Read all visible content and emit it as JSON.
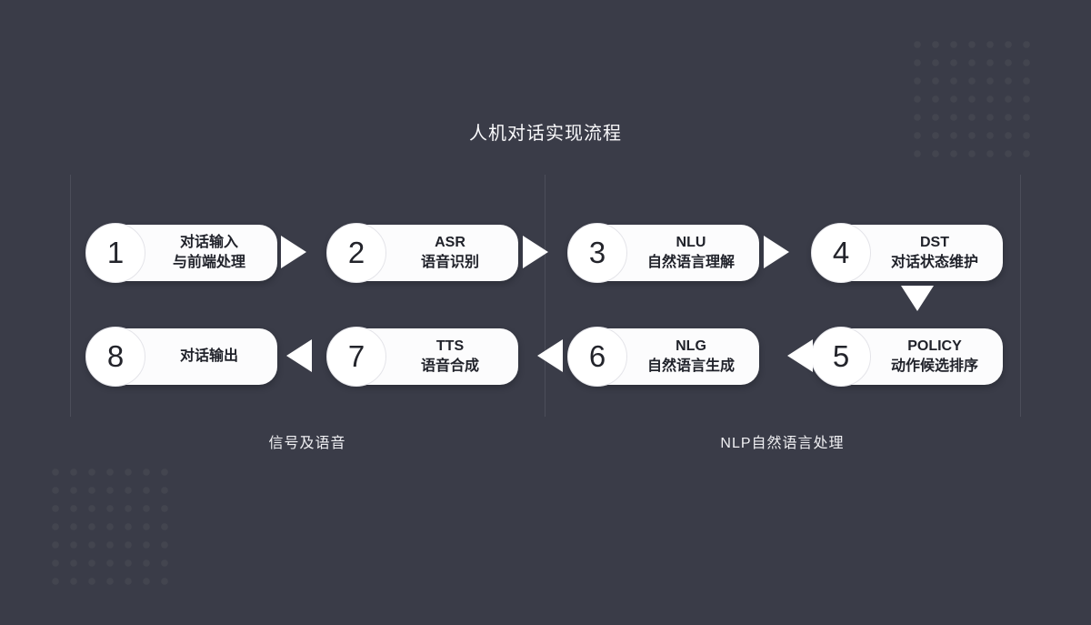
{
  "title": "人机对话实现流程",
  "nodes": [
    {
      "number": "1",
      "line1": "对话输入",
      "line2": "与前端处理"
    },
    {
      "number": "2",
      "line1": "ASR",
      "line2": "语音识别"
    },
    {
      "number": "3",
      "line1": "NLU",
      "line2": "自然语言理解"
    },
    {
      "number": "4",
      "line1": "DST",
      "line2": "对话状态维护"
    },
    {
      "number": "5",
      "line1": "POLICY",
      "line2": "动作候选排序"
    },
    {
      "number": "6",
      "line1": "NLG",
      "line2": "自然语言生成"
    },
    {
      "number": "7",
      "line1": "TTS",
      "line2": "语音合成"
    },
    {
      "number": "8",
      "line1": "对话输出",
      "line2": ""
    }
  ],
  "section_labels": {
    "left": "信号及语音",
    "right": "NLP自然语言处理"
  },
  "icons": {
    "forward_arrow": "right-triangle",
    "backward_arrow": "left-triangle",
    "down_arrow": "down-triangle"
  },
  "colors": {
    "background": "#3A3C48",
    "dot_pattern": "#43454F",
    "node_fill": "#FCFCFD",
    "node_badge_border": "#E4E4E9",
    "node_text": "#20222A",
    "arrow": "#FFFFFF",
    "divider": "#4C4E5A",
    "title_text": "#FAFAFC",
    "section_label_text": "#F0F0F3"
  }
}
